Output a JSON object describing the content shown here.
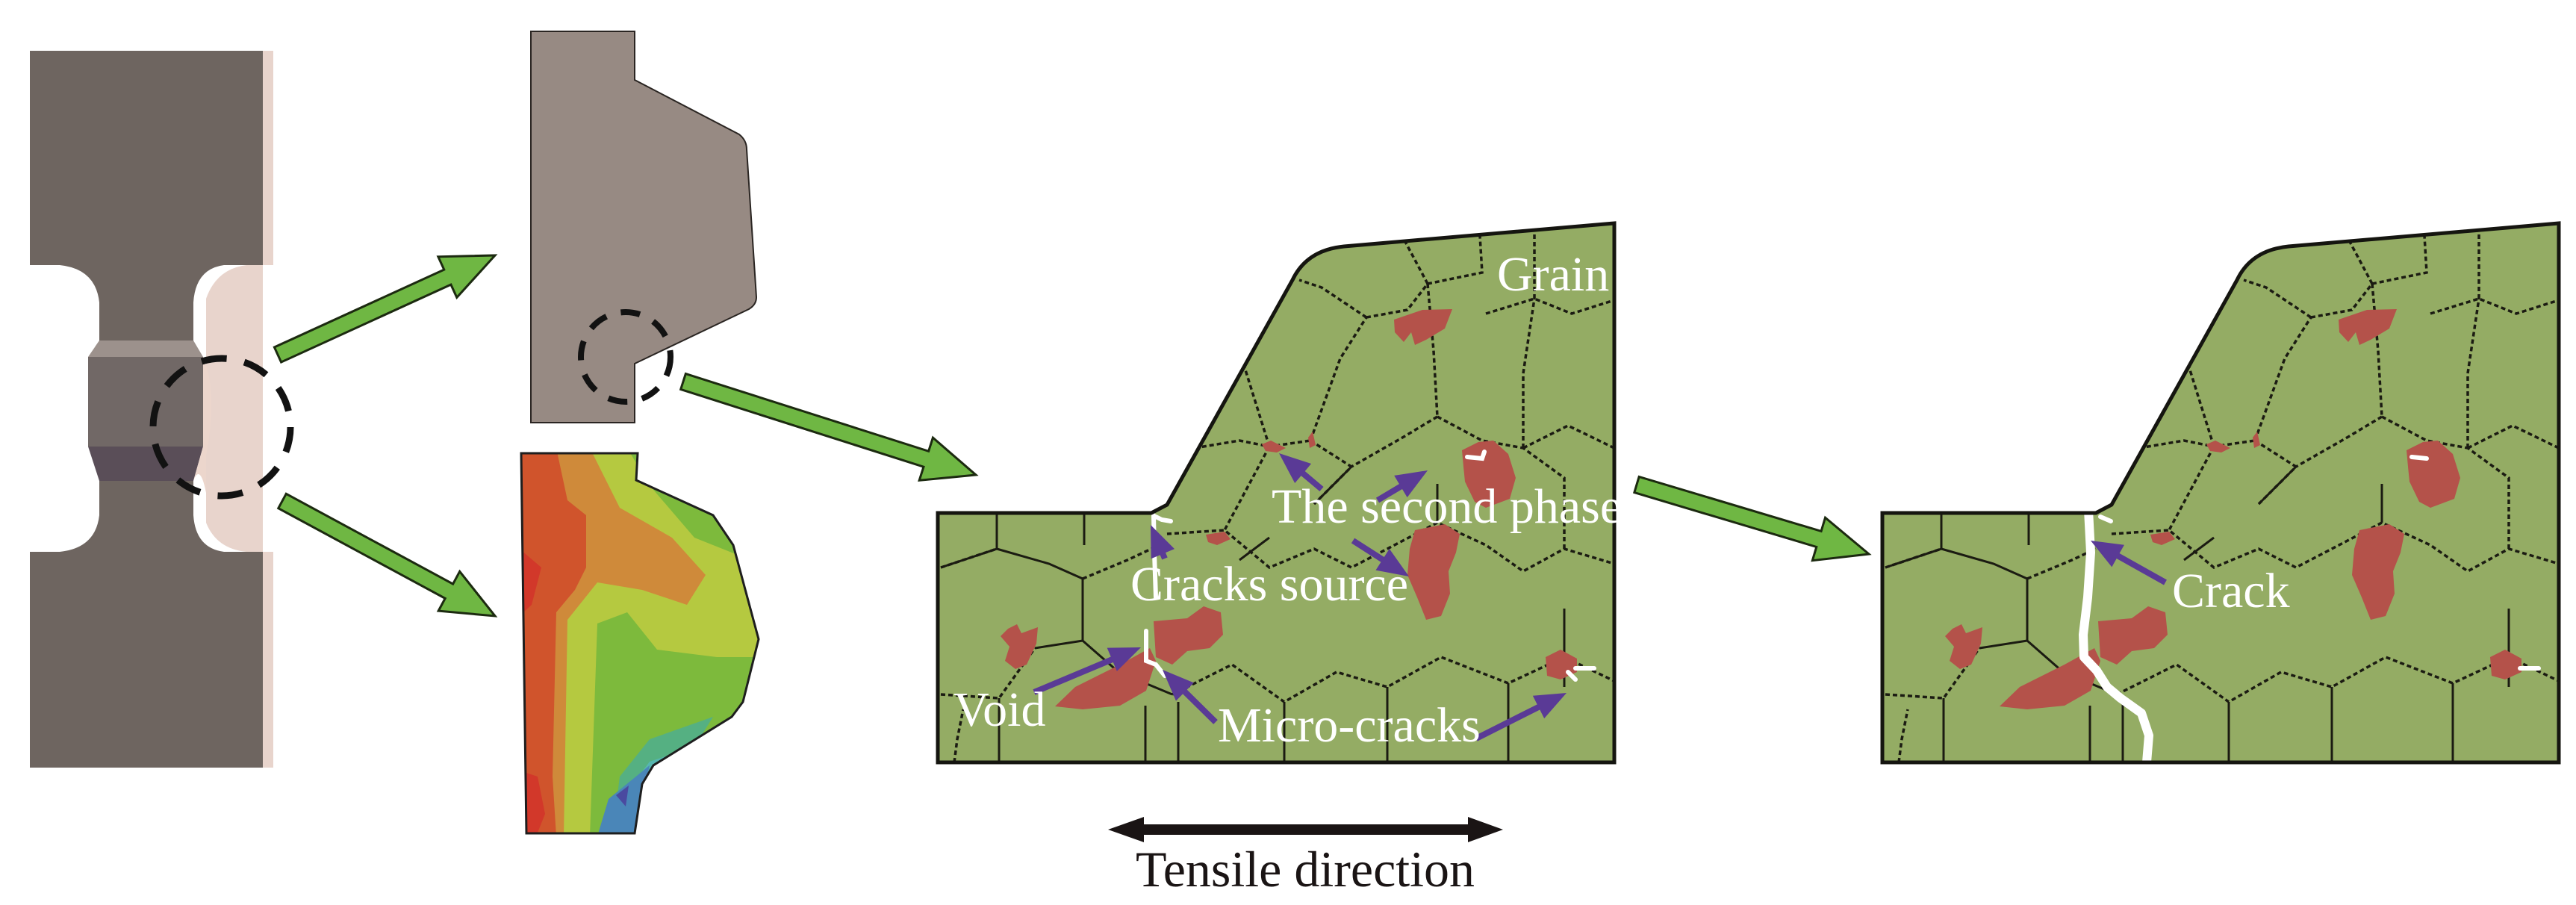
{
  "figure": {
    "description": "Schematic of crack initiation in a notched tensile specimen",
    "colors": {
      "background": "#ffffff",
      "specimen_dark": "#6e6560",
      "specimen_light": "#978a83",
      "specimen_edge": "#e8d4cc",
      "grain": "#94ac64",
      "grain_boundary": "#1b1b12",
      "second_phase": "#b4524a",
      "crack": "#ffffff",
      "pointer_arrow": "#5a3a96",
      "flow_arrow": "#6fb743",
      "flow_arrow_outline": "#1c2a10",
      "tensile_arrow": "#1a1414"
    },
    "contour_palette": [
      "#d2382a",
      "#d0542c",
      "#cf8a3a",
      "#b5c940",
      "#7dba3c",
      "#5fae3e",
      "#55b082",
      "#56b6b0",
      "#4a86b8",
      "#4a4aa0"
    ]
  },
  "panels": {
    "specimen": {
      "name": "tensile-specimen"
    },
    "notch_zoom": {
      "name": "notch-region-geometry"
    },
    "stress_contour": {
      "name": "stress-contour-map"
    },
    "microstructure_before": {
      "name": "microstructure-before-fracture",
      "labels": {
        "grain": "Grain",
        "second_phase": "The second phase",
        "cracks_source": "Cracks source",
        "void": "Void",
        "micro_cracks": "Micro-cracks"
      }
    },
    "microstructure_after": {
      "name": "microstructure-after-fracture",
      "labels": {
        "crack": "Crack"
      }
    }
  },
  "tensile": {
    "label": "Tensile direction"
  }
}
